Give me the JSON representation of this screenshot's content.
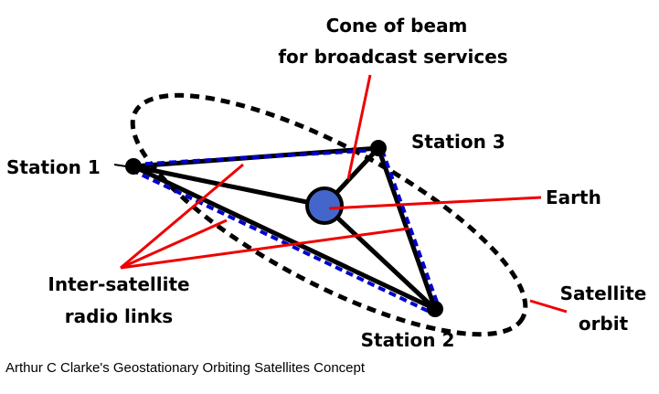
{
  "labels": {
    "cone_line1": "Cone of beam",
    "cone_line2": "for broadcast services",
    "station1": "Station 1",
    "station2": "Station 2",
    "station3": "Station 3",
    "earth": "Earth",
    "links_line1": "Inter-satellite",
    "links_line2": "radio links",
    "orbit_line1": "Satellite",
    "orbit_line2": "orbit"
  },
  "caption": "Arthur C Clarke's Geostationary Orbiting Satellites Concept",
  "colors": {
    "orbit": "#000000",
    "beam": "#000000",
    "links": "#0000cc",
    "pointer": "#ee0000",
    "earth_fill": "#4466cc",
    "text": "#000000"
  }
}
